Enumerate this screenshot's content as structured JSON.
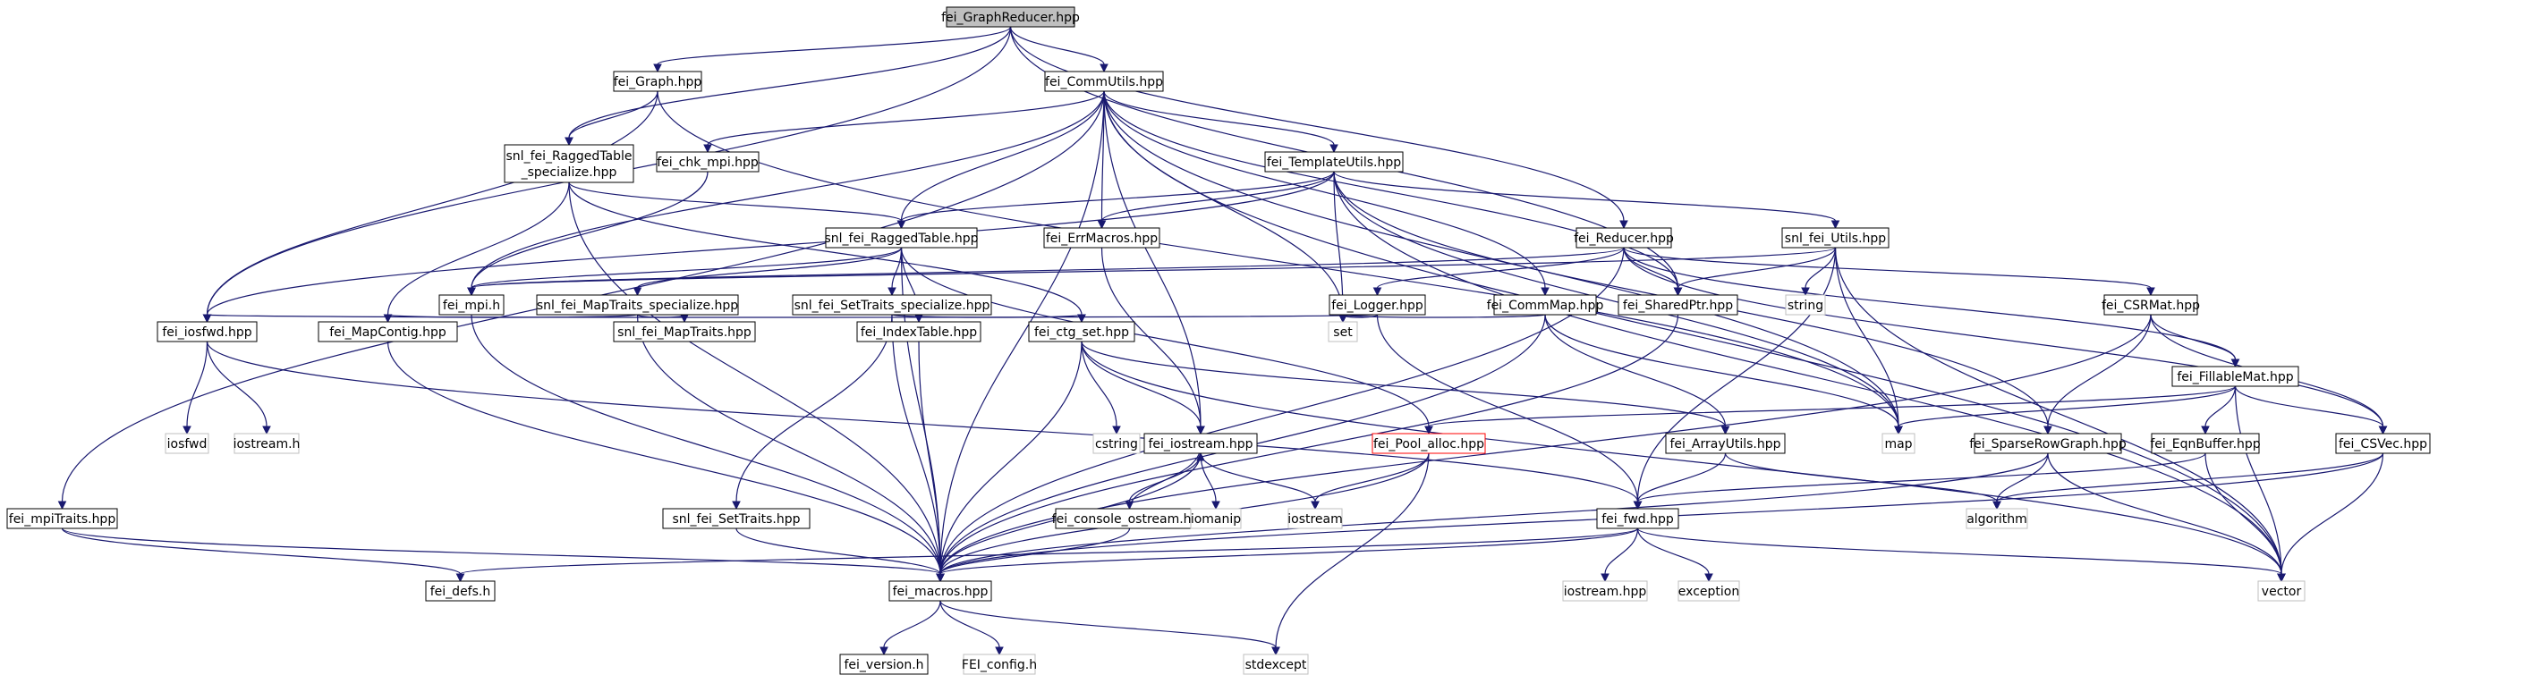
{
  "graph": {
    "nodes": [
      {
        "id": "fei_GraphReducer",
        "label": "fei_GraphReducer.hpp",
        "kind": "root"
      },
      {
        "id": "fei_Graph",
        "label": "fei_Graph.hpp",
        "kind": "file"
      },
      {
        "id": "fei_CommUtils",
        "label": "fei_CommUtils.hpp",
        "kind": "file"
      },
      {
        "id": "snl_fei_RaggedTable_spec",
        "label": "snl_fei_RaggedTable\n_specialize.hpp",
        "kind": "file"
      },
      {
        "id": "fei_chk_mpi",
        "label": "fei_chk_mpi.hpp",
        "kind": "file"
      },
      {
        "id": "fei_TemplateUtils",
        "label": "fei_TemplateUtils.hpp",
        "kind": "file"
      },
      {
        "id": "snl_fei_RaggedTable",
        "label": "snl_fei_RaggedTable.hpp",
        "kind": "file"
      },
      {
        "id": "fei_ErrMacros",
        "label": "fei_ErrMacros.hpp",
        "kind": "file"
      },
      {
        "id": "fei_Reducer",
        "label": "fei_Reducer.hpp",
        "kind": "file"
      },
      {
        "id": "snl_fei_Utils",
        "label": "snl_fei_Utils.hpp",
        "kind": "file"
      },
      {
        "id": "fei_mpi",
        "label": "fei_mpi.h",
        "kind": "file"
      },
      {
        "id": "snl_fei_MapTraits_spec",
        "label": "snl_fei_MapTraits_specialize.hpp",
        "kind": "file"
      },
      {
        "id": "snl_fei_SetTraits_spec",
        "label": "snl_fei_SetTraits_specialize.hpp",
        "kind": "file"
      },
      {
        "id": "fei_Logger",
        "label": "fei_Logger.hpp",
        "kind": "file"
      },
      {
        "id": "fei_CommMap",
        "label": "fei_CommMap.hpp",
        "kind": "file"
      },
      {
        "id": "fei_SharedPtr",
        "label": "fei_SharedPtr.hpp",
        "kind": "file"
      },
      {
        "id": "string",
        "label": "string",
        "kind": "ext"
      },
      {
        "id": "fei_CSRMat",
        "label": "fei_CSRMat.hpp",
        "kind": "file"
      },
      {
        "id": "fei_iosfwd",
        "label": "fei_iosfwd.hpp",
        "kind": "file"
      },
      {
        "id": "fei_MapContig",
        "label": "fei_MapContig.hpp",
        "kind": "file"
      },
      {
        "id": "snl_fei_MapTraits",
        "label": "snl_fei_MapTraits.hpp",
        "kind": "file"
      },
      {
        "id": "fei_IndexTable",
        "label": "fei_IndexTable.hpp",
        "kind": "file"
      },
      {
        "id": "fei_ctg_set",
        "label": "fei_ctg_set.hpp",
        "kind": "file"
      },
      {
        "id": "set",
        "label": "set",
        "kind": "ext"
      },
      {
        "id": "fei_FillableMat",
        "label": "fei_FillableMat.hpp",
        "kind": "file"
      },
      {
        "id": "iosfwd",
        "label": "iosfwd",
        "kind": "ext"
      },
      {
        "id": "iostream_h",
        "label": "iostream.h",
        "kind": "ext"
      },
      {
        "id": "cstring",
        "label": "cstring",
        "kind": "ext"
      },
      {
        "id": "fei_iostream",
        "label": "fei_iostream.hpp",
        "kind": "file"
      },
      {
        "id": "fei_Pool_alloc",
        "label": "fei_Pool_alloc.hpp",
        "kind": "red"
      },
      {
        "id": "fei_ArrayUtils",
        "label": "fei_ArrayUtils.hpp",
        "kind": "file"
      },
      {
        "id": "map",
        "label": "map",
        "kind": "ext"
      },
      {
        "id": "fei_SparseRowGraph",
        "label": "fei_SparseRowGraph.hpp",
        "kind": "file"
      },
      {
        "id": "fei_EqnBuffer",
        "label": "fei_EqnBuffer.hpp",
        "kind": "file"
      },
      {
        "id": "fei_CSVec",
        "label": "fei_CSVec.hpp",
        "kind": "file"
      },
      {
        "id": "fei_mpiTraits",
        "label": "fei_mpiTraits.hpp",
        "kind": "file"
      },
      {
        "id": "snl_fei_SetTraits",
        "label": "snl_fei_SetTraits.hpp",
        "kind": "file"
      },
      {
        "id": "fei_console_ostream",
        "label": "fei_console_ostream.hpp",
        "kind": "file"
      },
      {
        "id": "iomanip",
        "label": "iomanip",
        "kind": "ext"
      },
      {
        "id": "iostream",
        "label": "iostream",
        "kind": "ext"
      },
      {
        "id": "fei_fwd",
        "label": "fei_fwd.hpp",
        "kind": "file"
      },
      {
        "id": "algorithm",
        "label": "algorithm",
        "kind": "ext"
      },
      {
        "id": "fei_defs",
        "label": "fei_defs.h",
        "kind": "file"
      },
      {
        "id": "fei_macros",
        "label": "fei_macros.hpp",
        "kind": "file"
      },
      {
        "id": "iostream_hpp",
        "label": "iostream.hpp",
        "kind": "ext"
      },
      {
        "id": "exception",
        "label": "exception",
        "kind": "ext"
      },
      {
        "id": "vector",
        "label": "vector",
        "kind": "ext"
      },
      {
        "id": "fei_version",
        "label": "fei_version.h",
        "kind": "file"
      },
      {
        "id": "FEI_config",
        "label": "FEI_config.h",
        "kind": "ext"
      },
      {
        "id": "stdexcept",
        "label": "stdexcept",
        "kind": "ext"
      }
    ],
    "edges": [
      [
        "fei_GraphReducer",
        "fei_Graph"
      ],
      [
        "fei_GraphReducer",
        "fei_CommUtils"
      ],
      [
        "fei_GraphReducer",
        "snl_fei_RaggedTable_spec"
      ],
      [
        "fei_GraphReducer",
        "fei_Reducer"
      ],
      [
        "fei_GraphReducer",
        "fei_iosfwd"
      ],
      [
        "fei_GraphReducer",
        "fei_SharedPtr"
      ],
      [
        "fei_Graph",
        "snl_fei_RaggedTable_spec"
      ],
      [
        "fei_Graph",
        "fei_iosfwd"
      ],
      [
        "fei_Graph",
        "map"
      ],
      [
        "fei_CommUtils",
        "fei_mpiTraits"
      ],
      [
        "fei_CommUtils",
        "fei_chk_mpi"
      ],
      [
        "fei_CommUtils",
        "fei_TemplateUtils"
      ],
      [
        "fei_CommUtils",
        "snl_fei_RaggedTable"
      ],
      [
        "fei_CommUtils",
        "fei_ErrMacros"
      ],
      [
        "fei_CommUtils",
        "fei_mpi"
      ],
      [
        "fei_CommUtils",
        "fei_CommMap"
      ],
      [
        "fei_CommUtils",
        "fei_iostream"
      ],
      [
        "fei_CommUtils",
        "fei_macros"
      ],
      [
        "fei_CommUtils",
        "set"
      ],
      [
        "fei_CommUtils",
        "map"
      ],
      [
        "fei_CommUtils",
        "vector"
      ],
      [
        "fei_CommUtils",
        "fei_SharedPtr"
      ],
      [
        "snl_fei_RaggedTable_spec",
        "snl_fei_RaggedTable"
      ],
      [
        "snl_fei_RaggedTable_spec",
        "fei_MapContig"
      ],
      [
        "snl_fei_RaggedTable_spec",
        "fei_ctg_set"
      ],
      [
        "snl_fei_RaggedTable_spec",
        "fei_macros"
      ],
      [
        "fei_chk_mpi",
        "fei_mpi"
      ],
      [
        "fei_TemplateUtils",
        "snl_fei_RaggedTable"
      ],
      [
        "fei_TemplateUtils",
        "fei_ErrMacros"
      ],
      [
        "fei_TemplateUtils",
        "snl_fei_Utils"
      ],
      [
        "fei_TemplateUtils",
        "fei_iosfwd"
      ],
      [
        "fei_TemplateUtils",
        "fei_SparseRowGraph"
      ],
      [
        "fei_TemplateUtils",
        "set"
      ],
      [
        "fei_TemplateUtils",
        "map"
      ],
      [
        "fei_TemplateUtils",
        "vector"
      ],
      [
        "snl_fei_RaggedTable",
        "fei_mpi"
      ],
      [
        "snl_fei_RaggedTable",
        "snl_fei_MapTraits_spec"
      ],
      [
        "snl_fei_RaggedTable",
        "snl_fei_SetTraits_spec"
      ],
      [
        "snl_fei_RaggedTable",
        "fei_IndexTable"
      ],
      [
        "snl_fei_RaggedTable",
        "fei_Pool_alloc"
      ],
      [
        "snl_fei_RaggedTable",
        "fei_macros"
      ],
      [
        "fei_ErrMacros",
        "fei_iostream"
      ],
      [
        "fei_Reducer",
        "fei_Logger"
      ],
      [
        "fei_Reducer",
        "fei_SharedPtr"
      ],
      [
        "fei_Reducer",
        "fei_CSRMat"
      ],
      [
        "fei_Reducer",
        "fei_CSVec"
      ],
      [
        "fei_Reducer",
        "fei_mpi"
      ],
      [
        "fei_Reducer",
        "fei_macros"
      ],
      [
        "fei_Reducer",
        "fei_FillableMat"
      ],
      [
        "snl_fei_Utils",
        "fei_SharedPtr"
      ],
      [
        "snl_fei_Utils",
        "string"
      ],
      [
        "snl_fei_Utils",
        "fei_fwd"
      ],
      [
        "snl_fei_Utils",
        "map"
      ],
      [
        "snl_fei_Utils",
        "fei_mpi"
      ],
      [
        "snl_fei_Utils",
        "vector"
      ],
      [
        "fei_mpi",
        "fei_macros"
      ],
      [
        "snl_fei_MapTraits_spec",
        "snl_fei_MapTraits"
      ],
      [
        "snl_fei_MapTraits_spec",
        "fei_MapContig"
      ],
      [
        "snl_fei_MapTraits_spec",
        "fei_macros"
      ],
      [
        "snl_fei_SetTraits_spec",
        "snl_fei_SetTraits"
      ],
      [
        "snl_fei_SetTraits_spec",
        "fei_ctg_set"
      ],
      [
        "snl_fei_SetTraits_spec",
        "fei_macros"
      ],
      [
        "fei_Logger",
        "fei_iosfwd"
      ],
      [
        "fei_Logger",
        "set"
      ],
      [
        "fei_Logger",
        "fei_fwd"
      ],
      [
        "fei_CommMap",
        "set"
      ],
      [
        "fei_CommMap",
        "map"
      ],
      [
        "fei_CommMap",
        "fei_ArrayUtils"
      ],
      [
        "fei_CommMap",
        "fei_macros"
      ],
      [
        "fei_SharedPtr",
        "fei_macros"
      ],
      [
        "fei_CSRMat",
        "fei_FillableMat"
      ],
      [
        "fei_CSRMat",
        "fei_SparseRowGraph"
      ],
      [
        "fei_CSRMat",
        "fei_CSVec"
      ],
      [
        "fei_CSRMat",
        "fei_macros"
      ],
      [
        "fei_iosfwd",
        "iosfwd"
      ],
      [
        "fei_iosfwd",
        "iostream_h"
      ],
      [
        "fei_iosfwd",
        "fei_fwd"
      ],
      [
        "fei_MapContig",
        "fei_macros"
      ],
      [
        "fei_IndexTable",
        "fei_macros"
      ],
      [
        "fei_ctg_set",
        "cstring"
      ],
      [
        "fei_ctg_set",
        "fei_iostream"
      ],
      [
        "fei_ctg_set",
        "fei_ArrayUtils"
      ],
      [
        "fei_ctg_set",
        "fei_macros"
      ],
      [
        "fei_ctg_set",
        "vector"
      ],
      [
        "fei_FillableMat",
        "fei_Pool_alloc"
      ],
      [
        "fei_FillableMat",
        "fei_EqnBuffer"
      ],
      [
        "fei_FillableMat",
        "fei_CSVec"
      ],
      [
        "fei_FillableMat",
        "map"
      ],
      [
        "fei_FillableMat",
        "vector"
      ],
      [
        "fei_iostream",
        "fei_console_ostream"
      ],
      [
        "fei_iostream",
        "iomanip"
      ],
      [
        "fei_iostream",
        "iostream"
      ],
      [
        "fei_iostream",
        "fei_macros"
      ],
      [
        "fei_console_ostream",
        "fei_iostream"
      ],
      [
        "fei_console_ostream",
        "fei_macros"
      ],
      [
        "fei_Pool_alloc",
        "iostream"
      ],
      [
        "fei_Pool_alloc",
        "fei_macros"
      ],
      [
        "fei_Pool_alloc",
        "stdexcept"
      ],
      [
        "fei_ArrayUtils",
        "fei_fwd"
      ],
      [
        "fei_ArrayUtils",
        "algorithm"
      ],
      [
        "fei_SparseRowGraph",
        "algorithm"
      ],
      [
        "fei_SparseRowGraph",
        "vector"
      ],
      [
        "fei_SparseRowGraph",
        "fei_macros"
      ],
      [
        "fei_EqnBuffer",
        "fei_fwd"
      ],
      [
        "fei_EqnBuffer",
        "vector"
      ],
      [
        "fei_CSVec",
        "algorithm"
      ],
      [
        "fei_CSVec",
        "vector"
      ],
      [
        "fei_CSVec",
        "fei_macros"
      ],
      [
        "fei_mpiTraits",
        "fei_defs"
      ],
      [
        "fei_mpiTraits",
        "fei_macros"
      ],
      [
        "snl_fei_SetTraits",
        "fei_macros"
      ],
      [
        "fei_fwd",
        "fei_defs"
      ],
      [
        "fei_fwd",
        "fei_macros"
      ],
      [
        "fei_fwd",
        "iostream_hpp"
      ],
      [
        "fei_fwd",
        "exception"
      ],
      [
        "fei_fwd",
        "vector"
      ],
      [
        "fei_macros",
        "fei_version"
      ],
      [
        "fei_macros",
        "FEI_config"
      ],
      [
        "fei_macros",
        "stdexcept"
      ]
    ]
  }
}
